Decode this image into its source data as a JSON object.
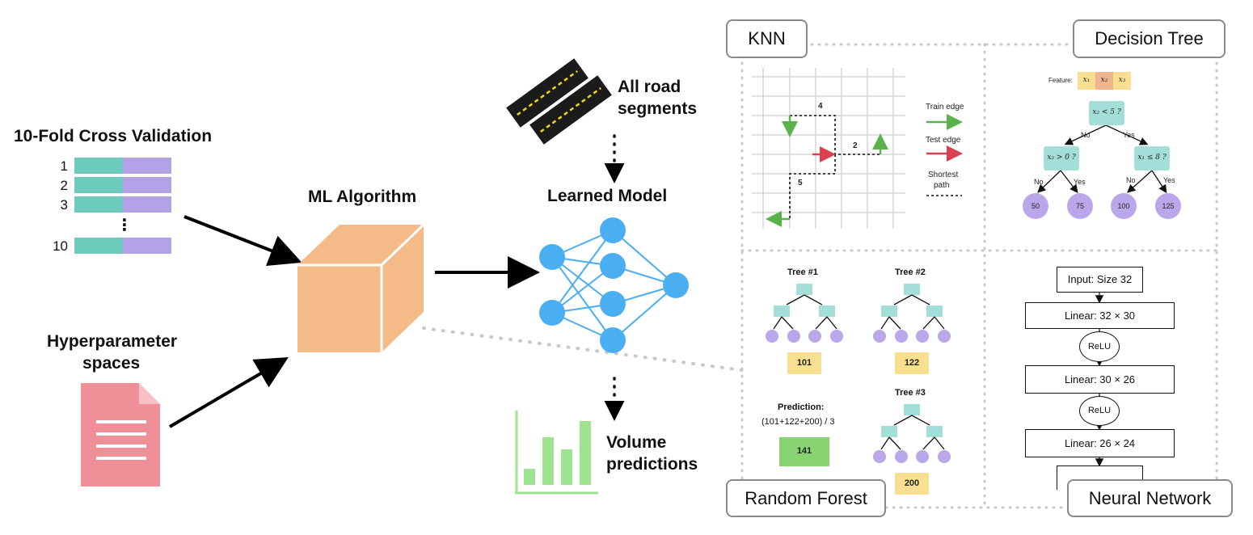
{
  "cross_validation": {
    "title": "10-Fold Cross Validation",
    "folds": [
      "1",
      "2",
      "3",
      "10"
    ],
    "ellipsis": "⋮"
  },
  "hyperparameter": {
    "title_line1": "Hyperparameter",
    "title_line2": "spaces"
  },
  "ml_algorithm": {
    "title": "ML Algorithm"
  },
  "road_segments": {
    "line1": "All road",
    "line2": "segments"
  },
  "learned_model": {
    "title": "Learned Model"
  },
  "volume": {
    "line1": "Volume",
    "line2": "predictions"
  },
  "colors": {
    "teal": "#6ccbbd",
    "lavender": "#b3a2e6",
    "orange": "#f4bb89",
    "blue": "#4aaef2",
    "pink": "#ef8f98",
    "green": "#9ee38f",
    "tree_node": "#a4ded8",
    "leaf": "#b9a7ea",
    "yellow": "#f9df90",
    "pred_green": "#87d372"
  },
  "knn": {
    "tag": "KNN",
    "train_edge": "Train edge",
    "test_edge": "Test edge",
    "shortest_path_line1": "Shortest",
    "shortest_path_line2": "path",
    "distances": [
      "4",
      "2",
      "5"
    ]
  },
  "decision_tree": {
    "tag": "Decision Tree",
    "feature_label": "Feature:",
    "features": [
      "x₁",
      "x₂",
      "x₃"
    ],
    "root": "x₂ < 5 ?",
    "left": "x₃ > 0 ?",
    "right": "x₁ ≤ 8 ?",
    "no": "No",
    "yes": "Yes",
    "leaves": [
      "50",
      "75",
      "100",
      "125"
    ]
  },
  "random_forest": {
    "tag": "Random Forest",
    "tree1": "Tree #1",
    "tree2": "Tree #2",
    "tree3": "Tree #3",
    "val1": "101",
    "val2": "122",
    "val3": "200",
    "prediction_label": "Prediction:",
    "prediction_formula": "(101+122+200) / 3",
    "prediction_value": "141"
  },
  "neural_network": {
    "tag": "Neural Network",
    "input": "Input: Size 32",
    "linear1": "Linear: 32 × 30",
    "relu1": "ReLU",
    "linear2": "Linear: 30 × 26",
    "relu2": "ReLU",
    "linear3": "Linear: 26 × 24"
  }
}
